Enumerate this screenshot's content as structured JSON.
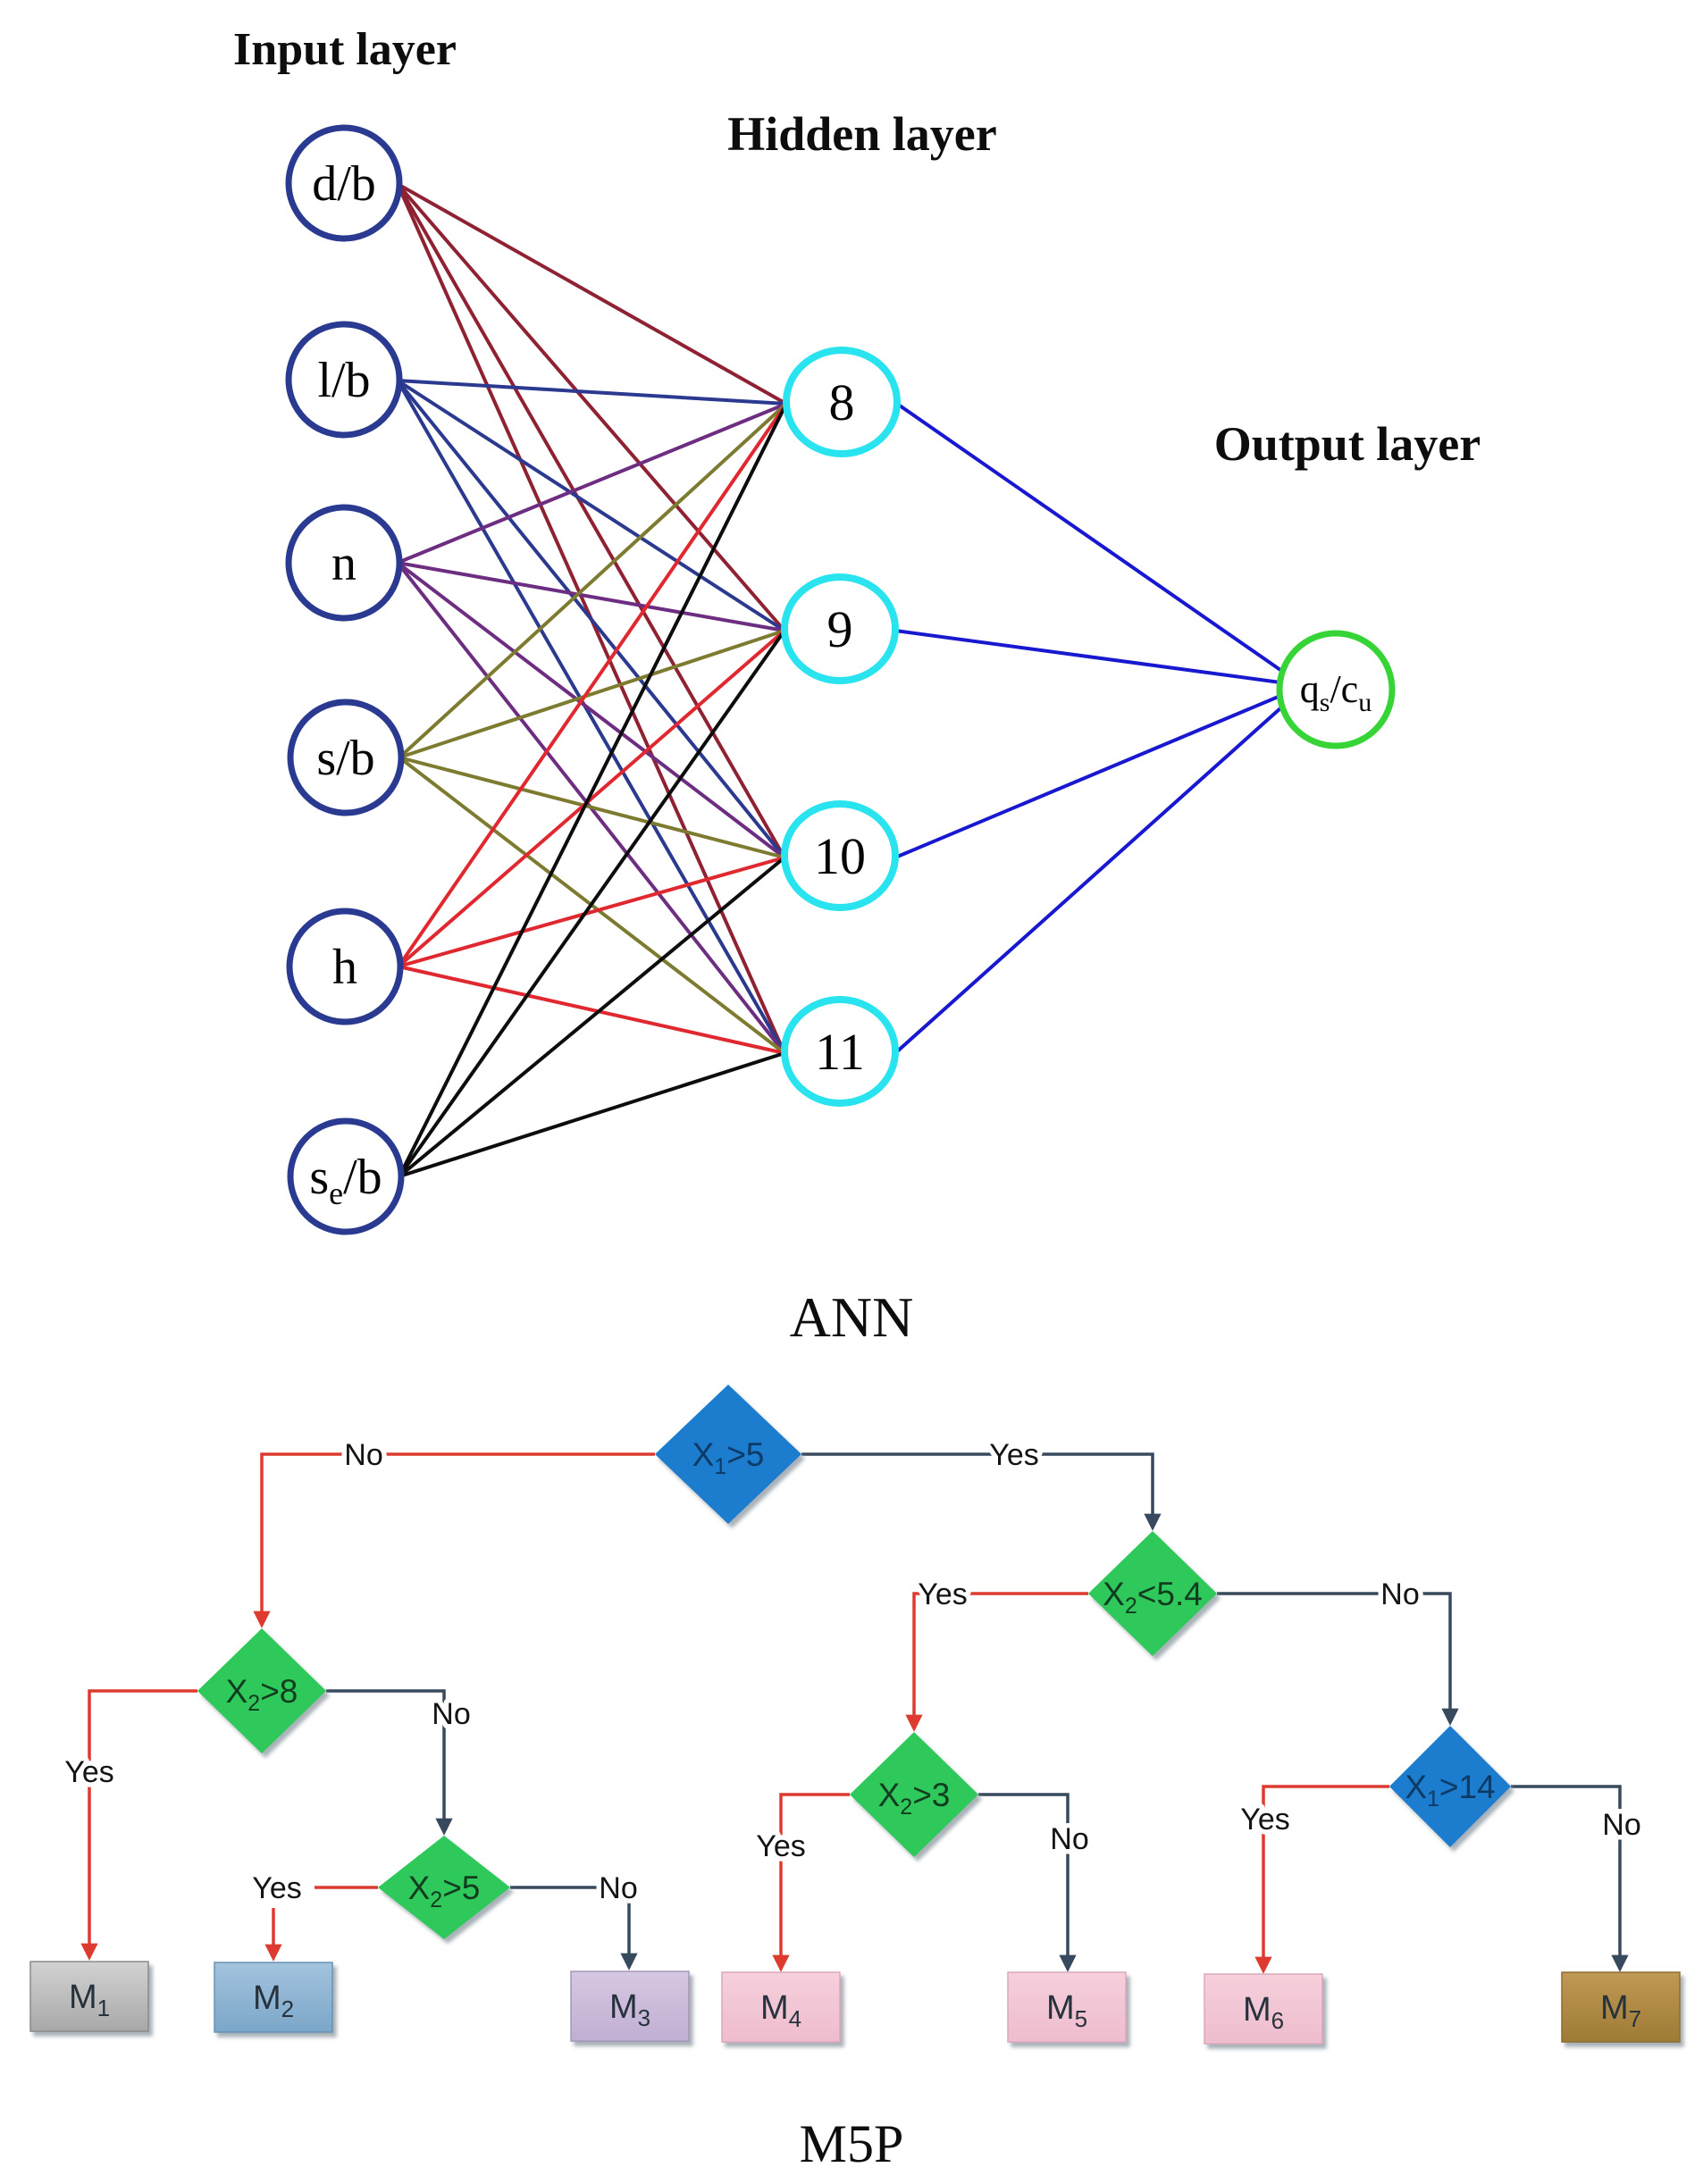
{
  "ann": {
    "caption": "ANN",
    "labels": {
      "input_layer": "Input layer",
      "hidden_layer": "Hidden layer",
      "output_layer": "Output layer"
    },
    "input_nodes": [
      {
        "name": "d/b",
        "t0": "d/b",
        "sub": "",
        "t1": "",
        "edge_color": "#8e2233"
      },
      {
        "name": "l/b",
        "t0": "l/b",
        "sub": "",
        "t1": "",
        "edge_color": "#2b3a8f"
      },
      {
        "name": "n",
        "t0": "n",
        "sub": "",
        "t1": "",
        "edge_color": "#6d2d80"
      },
      {
        "name": "s/b",
        "t0": "s/b",
        "sub": "",
        "t1": "",
        "edge_color": "#7c7b2f"
      },
      {
        "name": "h",
        "t0": "h",
        "sub": "",
        "t1": "",
        "edge_color": "#e02830"
      },
      {
        "name": "se/b",
        "t0": "s",
        "sub": "e",
        "t1": "/b",
        "edge_color": "#0d0d0d"
      }
    ],
    "hidden_nodes": [
      {
        "label": "8"
      },
      {
        "label": "9"
      },
      {
        "label": "10"
      },
      {
        "label": "11"
      }
    ],
    "output_node": {
      "t0": "q",
      "sub0": "s",
      "t1": "/c",
      "sub1": "u"
    },
    "colors": {
      "input_border": "#2a3a90",
      "hidden_border": "#29e4ef",
      "output_border": "#37d437",
      "output_edge": "#1818d0"
    }
  },
  "m5p": {
    "caption": "M5P",
    "yes": "Yes",
    "no": "No",
    "decisions": [
      {
        "t0": "X",
        "sub": "1",
        "t1": ">5",
        "type": "blue"
      },
      {
        "t0": "X",
        "sub": "2",
        "t1": ">8",
        "type": "green"
      },
      {
        "t0": "X",
        "sub": "2",
        "t1": "<5.4",
        "type": "green"
      },
      {
        "t0": "X",
        "sub": "2",
        "t1": ">5",
        "type": "green"
      },
      {
        "t0": "X",
        "sub": "2",
        "t1": ">3",
        "type": "green"
      },
      {
        "t0": "X",
        "sub": "1",
        "t1": ">14",
        "type": "blue"
      }
    ],
    "leaves": [
      {
        "t0": "M",
        "sub": "1",
        "color_key": "gray"
      },
      {
        "t0": "M",
        "sub": "2",
        "color_key": "blue"
      },
      {
        "t0": "M",
        "sub": "3",
        "color_key": "lavender"
      },
      {
        "t0": "M",
        "sub": "4",
        "color_key": "pink"
      },
      {
        "t0": "M",
        "sub": "5",
        "color_key": "pink"
      },
      {
        "t0": "M",
        "sub": "6",
        "color_key": "pink"
      },
      {
        "t0": "M",
        "sub": "7",
        "color_key": "brown"
      }
    ],
    "colors": {
      "left_branch": "#dd3a30",
      "right_branch": "#37495c",
      "blue_node": "#1b7cce",
      "green_node": "#2ec95a",
      "blue_node_text": "#0e3a66",
      "green_node_text": "#113c20",
      "leaf_text": "#26323c"
    },
    "leaf_colors": {
      "gray": {
        "top": "#d2d2d2",
        "bottom": "#a8a8a8",
        "border": "#8a8a8a"
      },
      "blue": {
        "top": "#a3c3de",
        "bottom": "#7ba6c8",
        "border": "#6a93b4"
      },
      "lavender": {
        "top": "#d6c8e2",
        "bottom": "#c0aed2",
        "border": "#a596b8"
      },
      "pink": {
        "top": "#f6d0dc",
        "bottom": "#eebccd",
        "border": "#d9a8ba"
      },
      "brown": {
        "top": "#c09a55",
        "bottom": "#9e7a35",
        "border": "#8f6c30"
      }
    }
  }
}
